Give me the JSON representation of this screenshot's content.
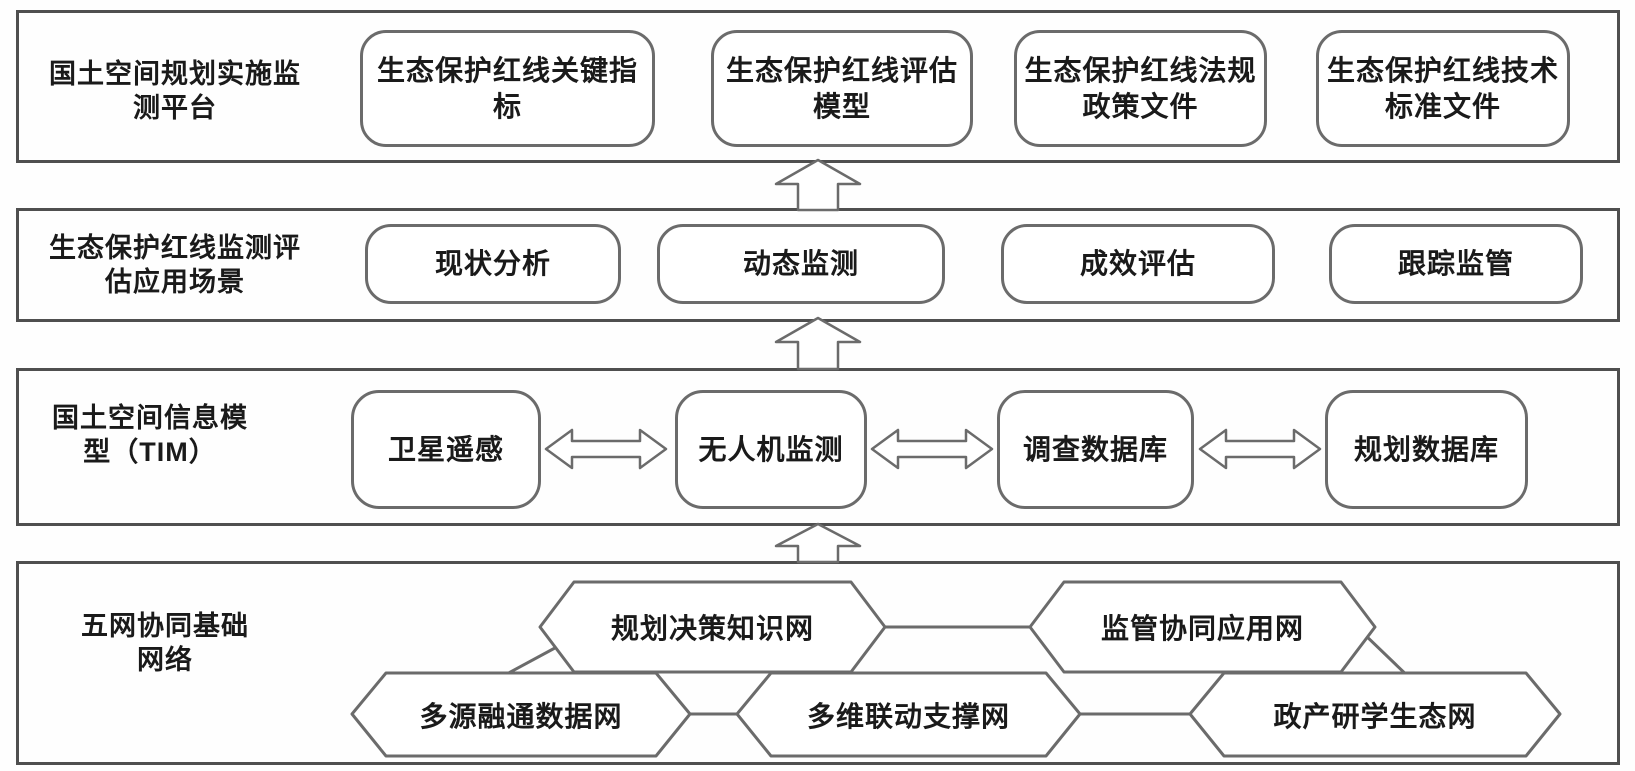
{
  "colors": {
    "band_border": "#4f4f4f",
    "box_border": "#6b6b6b",
    "text": "#1a1a1a",
    "shape_fill": "#ffffff"
  },
  "bands": [
    {
      "label": "国土空间规划实施监\n测平台",
      "boxes": [
        {
          "text": "生态保护红线关键指标"
        },
        {
          "text": "生态保护红线评估\n模型"
        },
        {
          "text": "生态保护红线法规\n政策文件"
        },
        {
          "text": "生态保护红线技术\n标准文件"
        }
      ]
    },
    {
      "label": "生态保护红线监测评\n估应用场景",
      "boxes": [
        {
          "text": "现状分析"
        },
        {
          "text": "动态监测"
        },
        {
          "text": "成效评估"
        },
        {
          "text": "跟踪监管"
        }
      ]
    },
    {
      "label": "国土空间信息模\n型（TIM）",
      "boxes": [
        {
          "text": "卫星遥感"
        },
        {
          "text": "无人机监测"
        },
        {
          "text": "调查数据库"
        },
        {
          "text": "规划数据库"
        }
      ]
    },
    {
      "label": "五网协同基础\n网络",
      "nodes": [
        {
          "text": "规划决策知识网"
        },
        {
          "text": "监管协同应用网"
        },
        {
          "text": "多源融通数据网"
        },
        {
          "text": "多维联动支撑网"
        },
        {
          "text": "政产研学生态网"
        }
      ]
    }
  ]
}
